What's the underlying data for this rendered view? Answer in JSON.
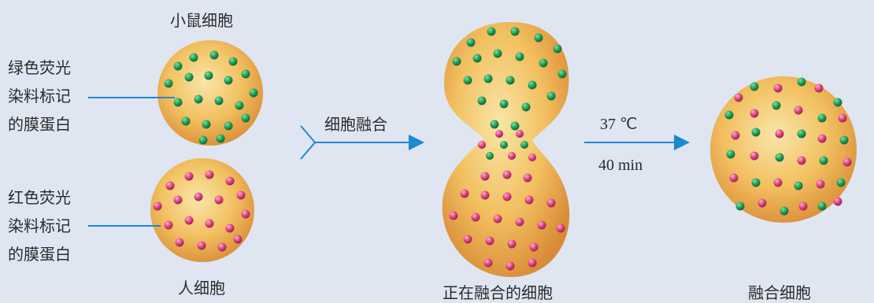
{
  "colors": {
    "background": "#dfe6f2",
    "arrow": "#1e88d2",
    "cell_fill": "#f2c060",
    "green_protein": "#1f9a55",
    "red_protein": "#d9407a"
  },
  "icons": {
    "mouse_cell": "green-dot-cell-icon",
    "human_cell": "red-dot-cell-icon",
    "fusing_cell": "hourglass-cell-icon",
    "fused_cell": "mixed-dot-cell-icon"
  },
  "labels": {
    "mouse_cell": "小鼠细胞",
    "human_cell": "人细胞",
    "green_marker": [
      "绿色荧光",
      "染料标记",
      "的膜蛋白"
    ],
    "red_marker": [
      "红色荧光",
      "染料标记",
      "的膜蛋白"
    ],
    "fusion_arrow": "细胞融合",
    "fusing_cell": "正在融合的细胞",
    "condition_temp": "37 ℃",
    "condition_time": "40 min",
    "fused_cell": "融合细胞"
  }
}
